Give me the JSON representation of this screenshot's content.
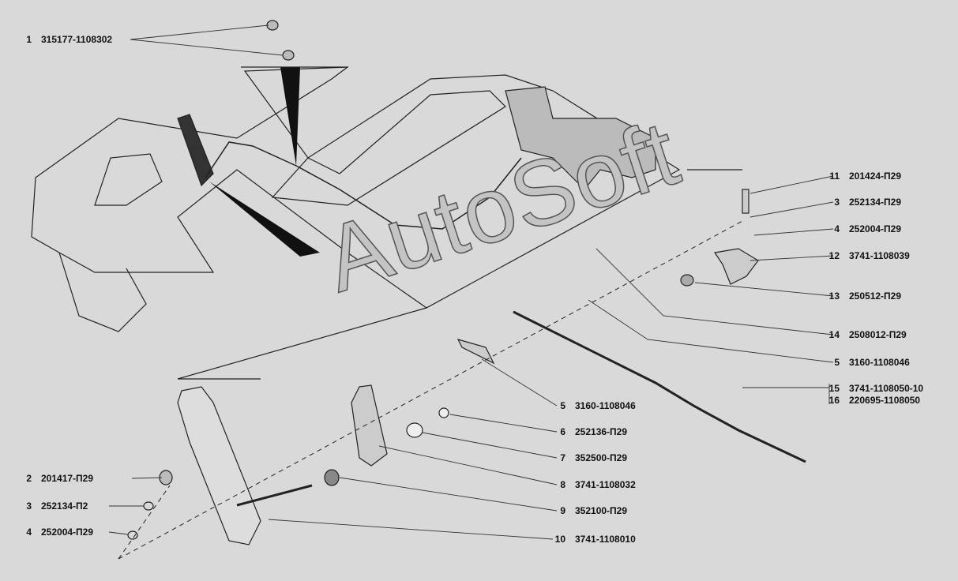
{
  "watermark": "AutoSoft",
  "callouts": [
    {
      "num": "1",
      "code": "315177-1108302"
    },
    {
      "num": "11",
      "code": "201424-П29"
    },
    {
      "num": "3",
      "code": "252134-П29"
    },
    {
      "num": "4",
      "code": "252004-П29"
    },
    {
      "num": "12",
      "code": "3741-1108039"
    },
    {
      "num": "13",
      "code": "250512-П29"
    },
    {
      "num": "14",
      "code": "2508012-П29"
    },
    {
      "num": "5",
      "code": "3160-1108046"
    },
    {
      "num": "15",
      "code": "3741-1108050-10"
    },
    {
      "num": "16",
      "code": "220695-1108050"
    },
    {
      "num": "5",
      "code": "3160-1108046"
    },
    {
      "num": "6",
      "code": "252136-П29"
    },
    {
      "num": "7",
      "code": "352500-П29"
    },
    {
      "num": "8",
      "code": "3741-1108032"
    },
    {
      "num": "9",
      "code": "352100-П29"
    },
    {
      "num": "10",
      "code": "3741-1108010"
    },
    {
      "num": "2",
      "code": "201417-П29"
    },
    {
      "num": "3",
      "code": "252134-П2"
    },
    {
      "num": "4",
      "code": "252004-П29"
    }
  ]
}
